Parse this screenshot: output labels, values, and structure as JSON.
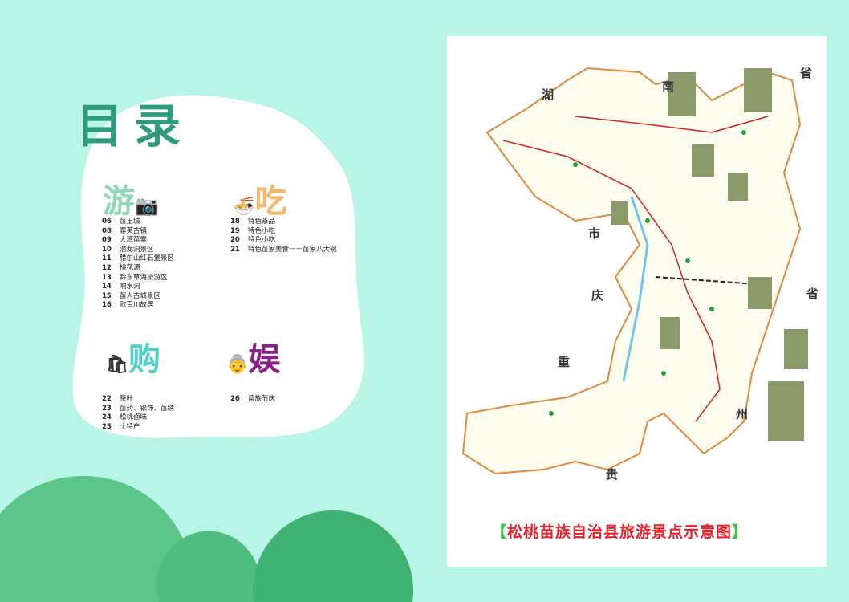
{
  "title": "目录",
  "sections": {
    "you": {
      "heading": "游",
      "icon": "camera-icon",
      "items": [
        {
          "page": "06",
          "label": "苗王城"
        },
        {
          "page": "08",
          "label": "寨英古镇"
        },
        {
          "page": "09",
          "label": "大湾苗寨"
        },
        {
          "page": "10",
          "label": "潜龙洞景区"
        },
        {
          "page": "11",
          "label": "腊尔山红石堡景区"
        },
        {
          "page": "12",
          "label": "桃花源"
        },
        {
          "page": "13",
          "label": "黔东草海旅游区"
        },
        {
          "page": "14",
          "label": "响水洞"
        },
        {
          "page": "15",
          "label": "苗人古城景区"
        },
        {
          "page": "16",
          "label": "欧百川故居"
        }
      ]
    },
    "chi": {
      "heading": "吃",
      "icon": "noodle-bowl-icon",
      "items": [
        {
          "page": "18",
          "label": "特色茶品"
        },
        {
          "page": "19",
          "label": "特色小吃"
        },
        {
          "page": "20",
          "label": "特色小吃"
        },
        {
          "page": "21",
          "label": "特色苗家美食－－苗家八大碗"
        }
      ]
    },
    "gou": {
      "heading": "购",
      "icon": "shopping-bag-icon",
      "items": [
        {
          "page": "22",
          "label": "茶叶"
        },
        {
          "page": "23",
          "label": "苗药、银饰、苗绣"
        },
        {
          "page": "24",
          "label": "松桃卤味"
        },
        {
          "page": "25",
          "label": "土特产"
        }
      ]
    },
    "yu": {
      "heading": "娱",
      "icon": "elder-avatar-icon",
      "items": [
        {
          "page": "26",
          "label": "苗族节庆"
        }
      ]
    }
  },
  "map": {
    "title": "松桃苗族自治县旅游景点示意图",
    "regions": [
      "湖",
      "南",
      "省",
      "市",
      "庆",
      "重",
      "贵",
      "州",
      "省"
    ],
    "colors": {
      "border": "#e08a3c",
      "road": "#d42020",
      "river": "#6fc6e8",
      "title": "#e8202a"
    }
  }
}
